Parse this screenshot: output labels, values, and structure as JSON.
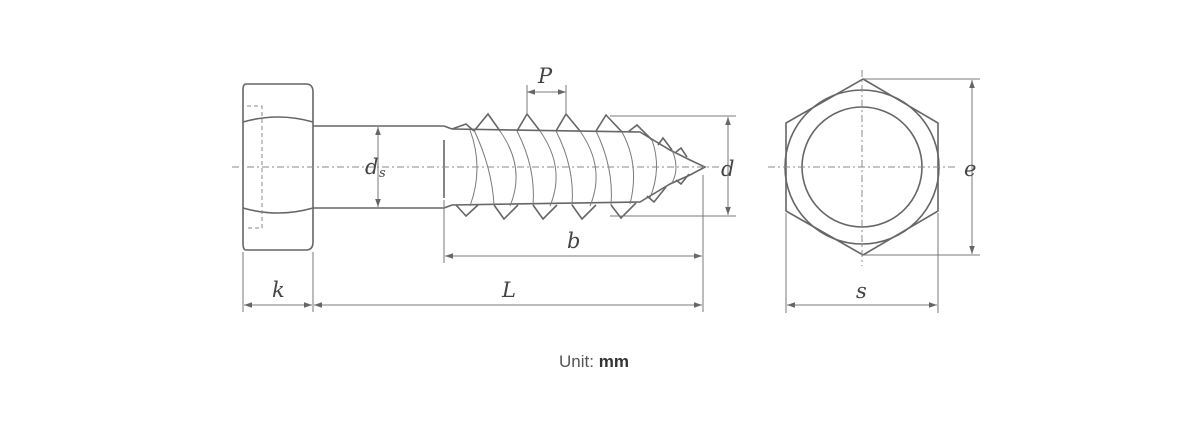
{
  "dimensions": {
    "pitch": "P",
    "shank_diameter": "d",
    "shank_diameter_sub": "s",
    "thread_diameter": "d",
    "thread_length": "b",
    "head_height": "k",
    "length": "L",
    "across_flats": "s",
    "across_corners": "e"
  },
  "unit": {
    "label": "Unit:",
    "value": "mm"
  }
}
